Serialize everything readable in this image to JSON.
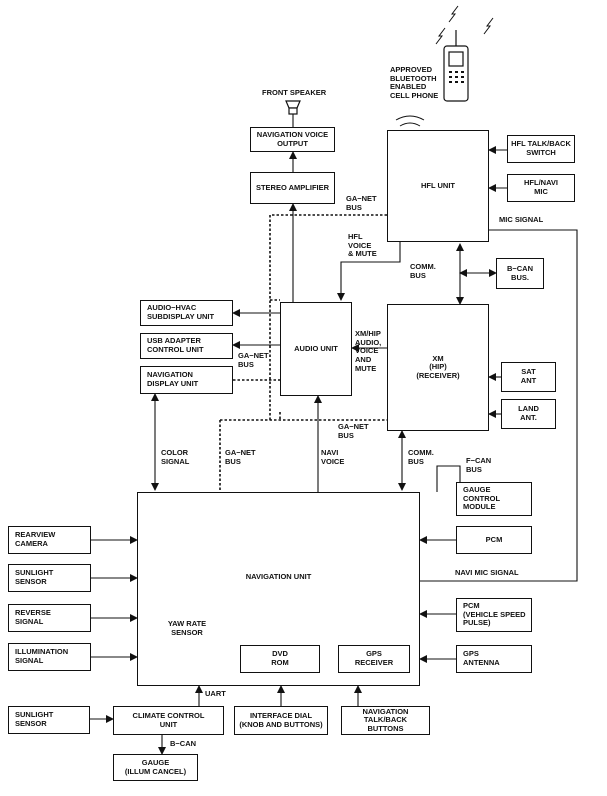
{
  "boxes": {
    "nav_voice_output": "NAVIGATION VOICE\nOUTPUT",
    "stereo_amp": "STEREO AMPLIFIER",
    "hfl_unit": "HFL UNIT",
    "hfl_talk_back": "HFL TALK/BACK\nSWITCH",
    "hfl_navi_mic": "HFL/NAVI\nMIC",
    "b_can_bus": "B−CAN\nBUS.",
    "audio_hvac": "AUDIO−HVAC\nSUBDISPLAY UNIT",
    "usb_adapter": "USB ADAPTER\nCONTROL UNIT",
    "nav_display": "NAVIGATION\nDISPLAY UNIT",
    "audio_unit": "AUDIO UNIT",
    "xm_receiver": "XM\n(HIP)\n(RECEIVER)",
    "sat_ant": "SAT\nANT",
    "land_ant": "LAND\nANT.",
    "gauge_control": "GAUGE\nCONTROL\nMODULE",
    "pcm": "PCM",
    "rearview_camera": "REARVIEW\nCAMERA",
    "sunlight_sensor_1": "SUNLIGHT\nSENSOR",
    "reverse_signal": "REVERSE\nSIGNAL",
    "illumination_signal": "ILLUMINATION\nSIGNAL",
    "navigation_unit": "NAVIGATION UNIT",
    "yaw_rate_sensor": "YAW RATE\nSENSOR",
    "dvd_rom": "DVD\nROM",
    "gps_receiver": "GPS\nRECEIVER",
    "pcm_vss": "PCM\n(VEHICLE SPEED\nPULSE)",
    "gps_antenna": "GPS\nANTENNA",
    "sunlight_sensor_2": "SUNLIGHT\nSENSOR",
    "climate_control": "CLIMATE CONTROL\nUNIT",
    "interface_dial": "INTERFACE DIAL\n(KNOB AND BUTTONS)",
    "nav_talk_back": "NAVIGATION\nTALK/BACK BUTTONS",
    "gauge_illum": "GAUGE\n(ILLUM CANCEL)"
  },
  "labels": {
    "front_speaker": "FRONT SPEAKER",
    "phone": "APPROVED\nBLUETOOTH\nENABLED\nCELL PHONE",
    "ga_net_bus_top": "GA−NET\nBUS",
    "mic_signal": "MIC SIGNAL",
    "hfl_voice_mute": "HFL\nVOICE\n& MUTE",
    "comm_bus_upper": "COMM.\nBUS",
    "xm_hip_audio": "XM/HIP\nAUDIO,\nVOICE\nAND\nMUTE",
    "ga_net_bus_left": "GA−NET\nBUS",
    "ga_net_bus_mid": "GA−NET\nBUS",
    "color_signal": "COLOR\nSIGNAL",
    "ga_net_bus_lower": "GA−NET\nBUS",
    "navi_voice": "NAVI\nVOICE",
    "comm_bus_lower": "COMM.\nBUS",
    "f_can_bus": "F−CAN\nBUS",
    "navi_mic_signal": "NAVI MIC SIGNAL",
    "uart": "UART",
    "b_can": "B−CAN"
  }
}
